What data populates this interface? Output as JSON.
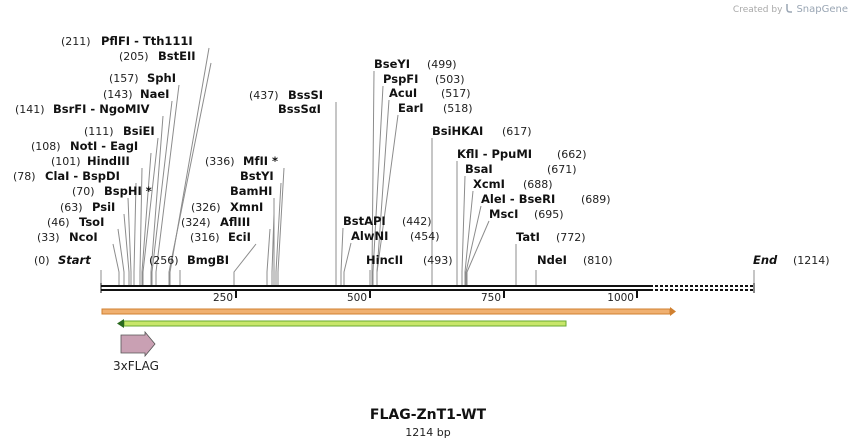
{
  "watermark": {
    "created_by": "Created by",
    "brand": "SnapGene"
  },
  "construct": {
    "name": "FLAG-ZnT1-WT",
    "length": "1214 bp"
  },
  "backbone": {
    "total_bp": 1214
  },
  "features": [
    {
      "name": "3xFLAG",
      "color": "#c9a0b3"
    }
  ],
  "scale_ticks": [
    "250",
    "500",
    "750",
    "1000"
  ],
  "sites": [
    {
      "pos": "(0)",
      "name": "Start",
      "italic": true
    },
    {
      "pos": "(33)",
      "name": "NcoI"
    },
    {
      "pos": "(46)",
      "name": "TsoI"
    },
    {
      "pos": "(63)",
      "name": "PsiI"
    },
    {
      "pos": "(70)",
      "name": "BspHI *"
    },
    {
      "pos": "(78)",
      "name": "ClaI  - BspDI"
    },
    {
      "pos": "(101)",
      "name": "HindIII"
    },
    {
      "pos": "(108)",
      "name": "NotI  - EagI"
    },
    {
      "pos": "(111)",
      "name": "BsiEI"
    },
    {
      "pos": "(141)",
      "name": "BsrFI  - NgoMIV"
    },
    {
      "pos": "(143)",
      "name": "NaeI"
    },
    {
      "pos": "(157)",
      "name": "SphI"
    },
    {
      "pos": "(205)",
      "name": "BstEII"
    },
    {
      "pos": "(211)",
      "name": "PflFI  - Tth111I"
    },
    {
      "pos": "(256)",
      "name": "BmgBI"
    },
    {
      "pos": "(316)",
      "name": "EciI"
    },
    {
      "pos": "(324)",
      "name": "AflIII"
    },
    {
      "pos": "(326)",
      "name": "XmnI"
    },
    {
      "pos": "",
      "name": "BamHI"
    },
    {
      "pos": "",
      "name": "BstYI"
    },
    {
      "pos": "(336)",
      "name": "MfII *"
    },
    {
      "pos": "(437)",
      "name": "BssSI"
    },
    {
      "pos": "",
      "name": "BssSαI"
    },
    {
      "pos": "(442)",
      "name": "BstAPI"
    },
    {
      "pos": "(454)",
      "name": "AlwNI"
    },
    {
      "pos": "(493)",
      "name": "HincII"
    },
    {
      "pos": "(499)",
      "name": "BseYI"
    },
    {
      "pos": "(503)",
      "name": "PspFI"
    },
    {
      "pos": "(517)",
      "name": "AcuI"
    },
    {
      "pos": "(518)",
      "name": "EarI"
    },
    {
      "pos": "(617)",
      "name": "BsiHKAI"
    },
    {
      "pos": "(662)",
      "name": "KflI  - PpuMI"
    },
    {
      "pos": "(671)",
      "name": "BsaI"
    },
    {
      "pos": "(688)",
      "name": "XcmI"
    },
    {
      "pos": "(689)",
      "name": "AleI  - BseRI"
    },
    {
      "pos": "(695)",
      "name": "MscI"
    },
    {
      "pos": "(772)",
      "name": "TatI"
    },
    {
      "pos": "(810)",
      "name": "NdeI"
    },
    {
      "pos": "(1214)",
      "name": "End",
      "italic": true
    }
  ]
}
